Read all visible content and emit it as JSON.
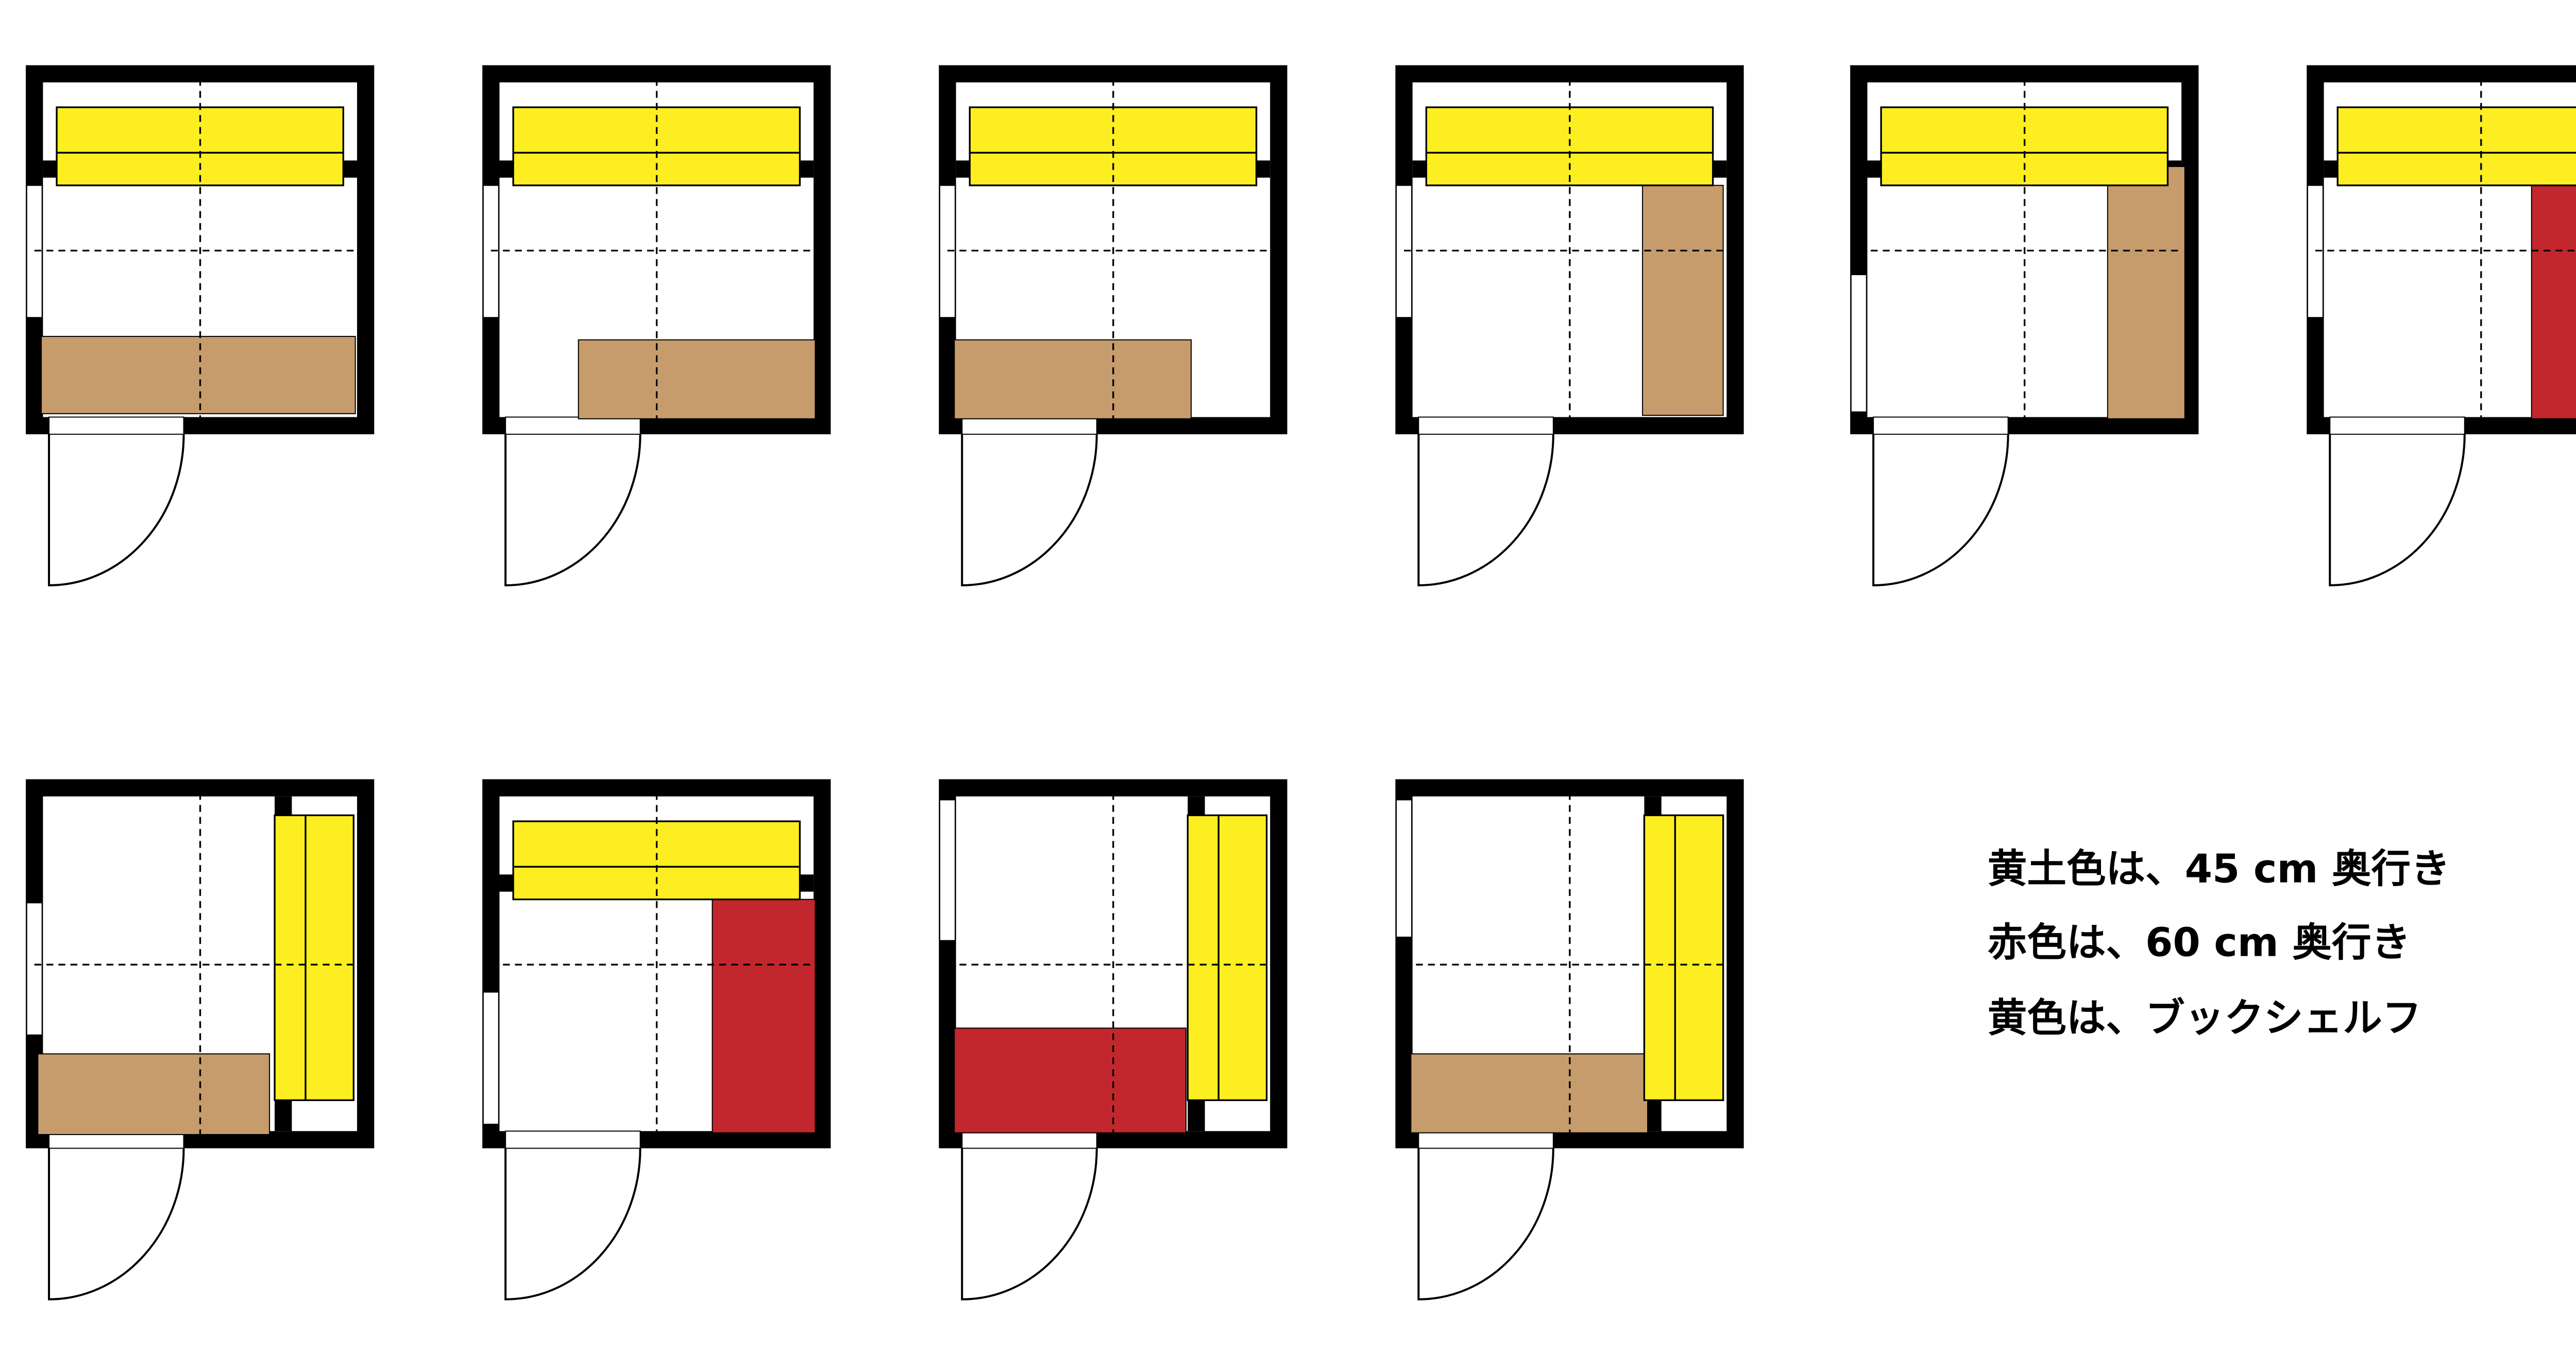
{
  "colors": {
    "wall": "#000000",
    "shelf": "#fcee21",
    "desk_45": "#c69c6d",
    "desk_60": "#c1272d",
    "floor": "#ffffff"
  },
  "plans": [
    {
      "id": 1,
      "furniture": [
        "bookshelf",
        "desk-45cm"
      ]
    },
    {
      "id": 2,
      "furniture": [
        "bookshelf",
        "desk-45cm"
      ]
    },
    {
      "id": 3,
      "furniture": [
        "bookshelf",
        "desk-45cm"
      ]
    },
    {
      "id": 4,
      "furniture": [
        "bookshelf",
        "desk-45cm"
      ]
    },
    {
      "id": 5,
      "furniture": [
        "bookshelf",
        "desk-45cm"
      ]
    },
    {
      "id": 6,
      "furniture": [
        "bookshelf",
        "desk-60cm"
      ]
    },
    {
      "id": 7,
      "furniture": [
        "bookshelf",
        "desk-45cm"
      ]
    },
    {
      "id": 8,
      "furniture": [
        "bookshelf",
        "desk-60cm"
      ]
    },
    {
      "id": 9,
      "furniture": [
        "bookshelf",
        "desk-60cm"
      ]
    },
    {
      "id": 10,
      "furniture": [
        "bookshelf",
        "desk-45cm"
      ]
    }
  ],
  "legend": {
    "line1": "黄土色は、45 cm 奥行き",
    "line2": "赤色は、60 cm 奥行き",
    "line3": "黄色は、ブックシェルフ"
  }
}
